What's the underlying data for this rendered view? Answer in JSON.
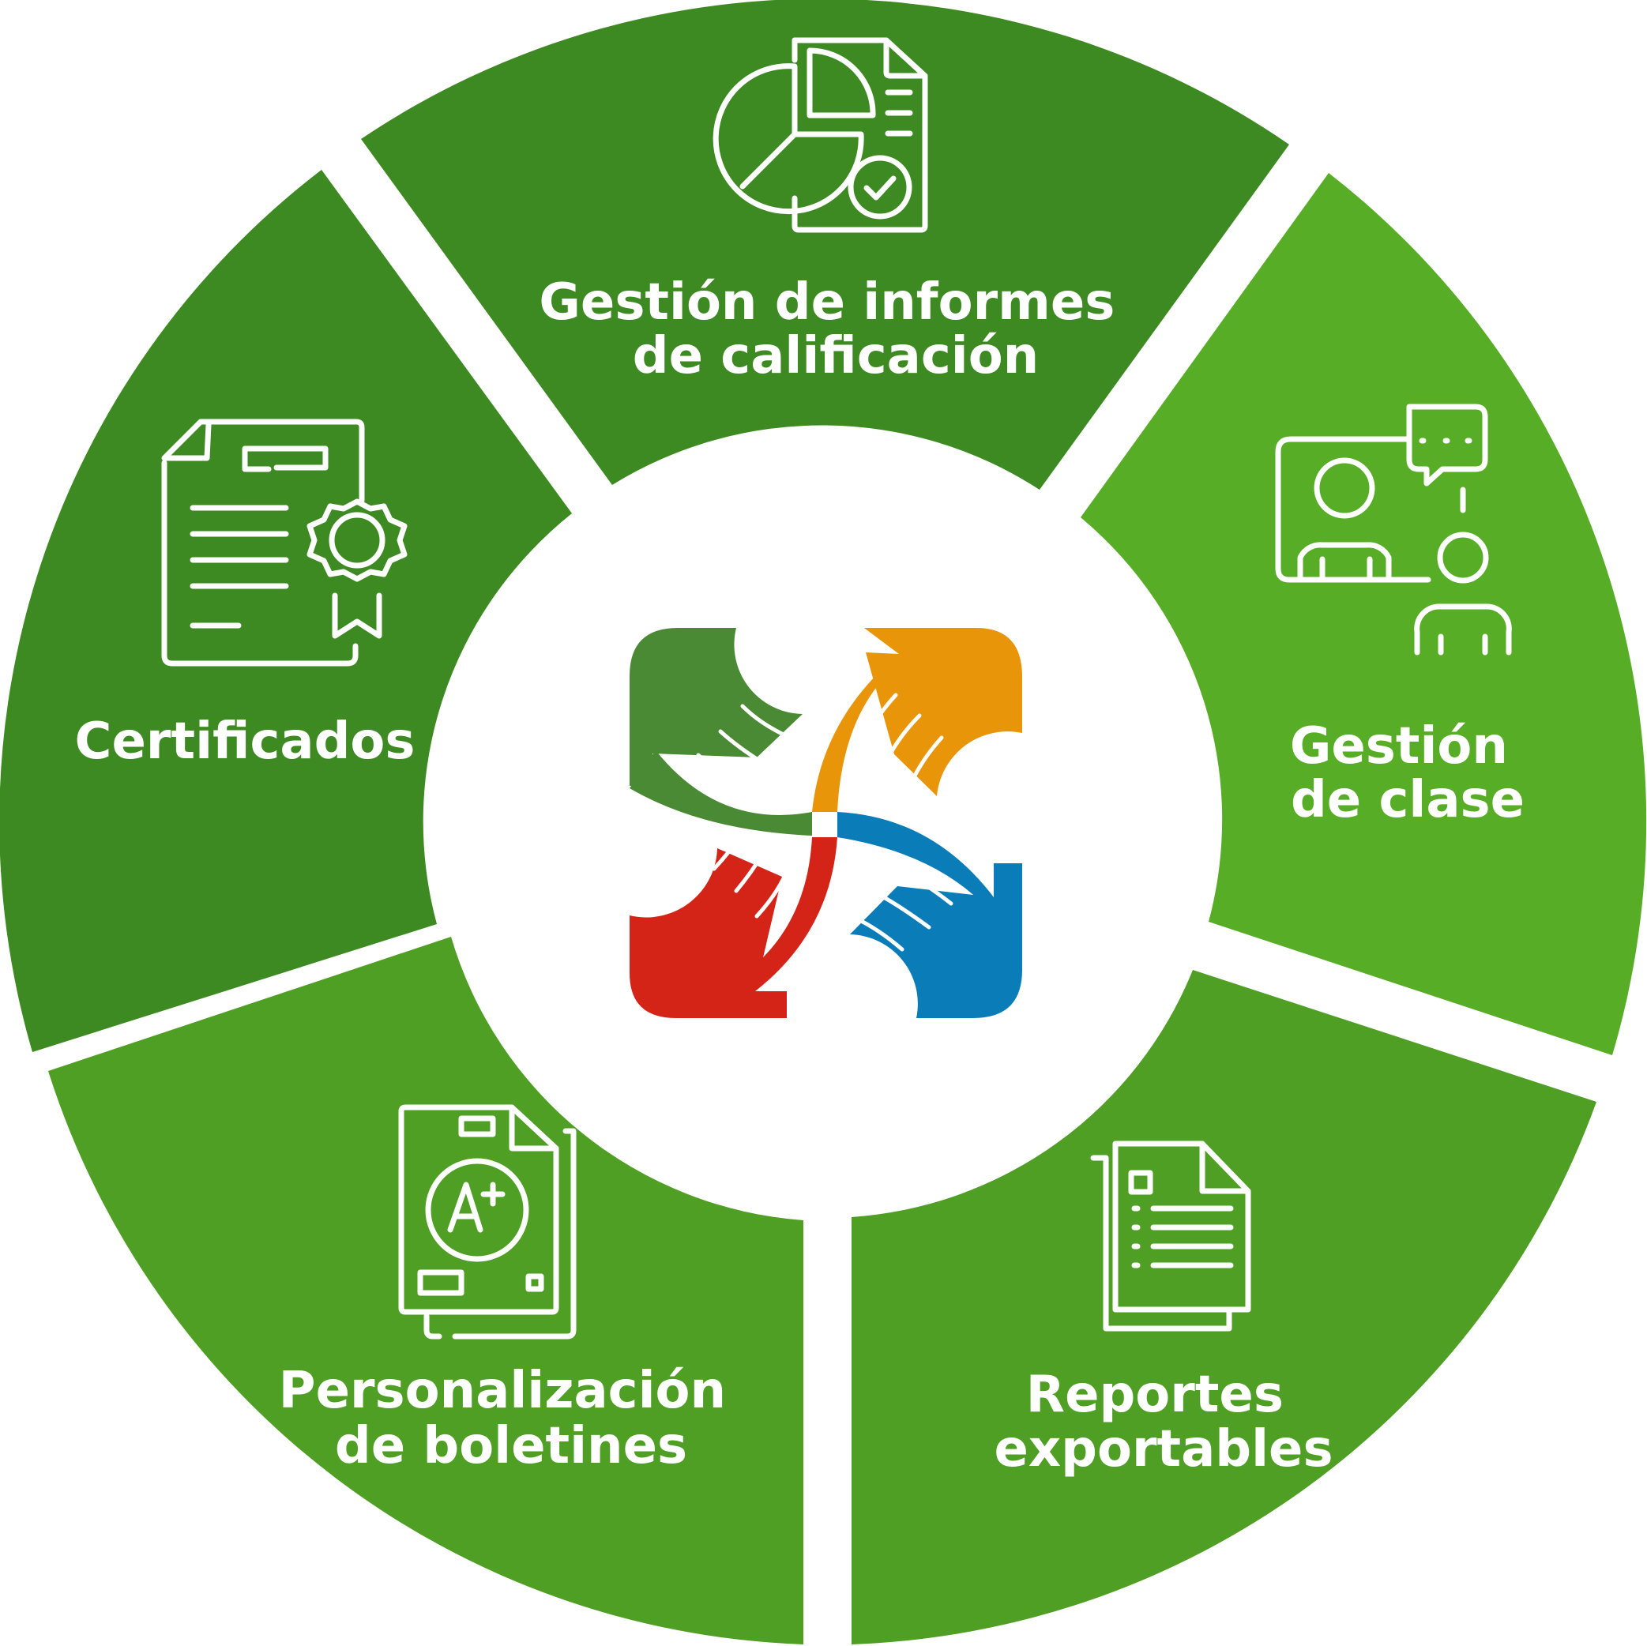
{
  "colors": {
    "dark_green": "#3e8a22",
    "mid_green": "#4e9f23",
    "light_green": "#58ad26",
    "logo_green": "#4a8a34",
    "logo_orange": "#e8950a",
    "logo_red": "#d42418",
    "logo_blue": "#0a7db8"
  },
  "segments": [
    {
      "name": "grade-reports",
      "lines": [
        "Gestión de informes",
        "de calificación"
      ],
      "icon": "report-chart-icon"
    },
    {
      "name": "class-management",
      "lines": [
        "Gestión",
        "de clase"
      ],
      "icon": "class-meeting-icon"
    },
    {
      "name": "exportable-reports",
      "lines": [
        "Reportes",
        "exportables"
      ],
      "icon": "documents-icon"
    },
    {
      "name": "report-card-customization",
      "lines": [
        "Personalización",
        "de boletines"
      ],
      "icon": "grade-document-icon"
    },
    {
      "name": "certificates",
      "lines": [
        "Certificados"
      ],
      "icon": "certificate-icon"
    }
  ],
  "center_logo": {
    "icon": "four-arrows-logo-icon"
  }
}
